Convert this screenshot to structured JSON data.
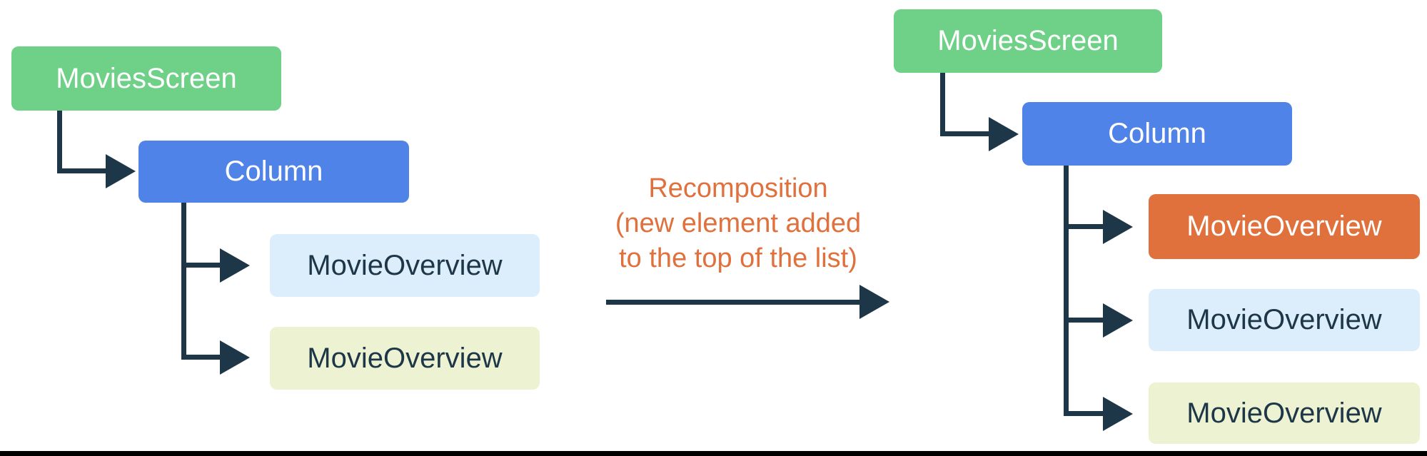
{
  "colors": {
    "green": "#6FD088",
    "blue": "#4F83E7",
    "light_blue": "#DCEDFB",
    "light_yellow": "#EDF2D2",
    "orange": "#E0703C",
    "dark": "#1E3748",
    "text_light": "#FFFFFF"
  },
  "left_tree": {
    "root": "MoviesScreen",
    "container": "Column",
    "children": [
      {
        "label": "MovieOverview",
        "variant": "light-blue"
      },
      {
        "label": "MovieOverview",
        "variant": "light-yellow"
      }
    ]
  },
  "annotation": {
    "line1": "Recomposition",
    "line2": "(new element added",
    "line3": "to the top of the list)"
  },
  "right_tree": {
    "root": "MoviesScreen",
    "container": "Column",
    "children": [
      {
        "label": "MovieOverview",
        "variant": "orange"
      },
      {
        "label": "MovieOverview",
        "variant": "light-blue"
      },
      {
        "label": "MovieOverview",
        "variant": "light-yellow"
      }
    ]
  }
}
